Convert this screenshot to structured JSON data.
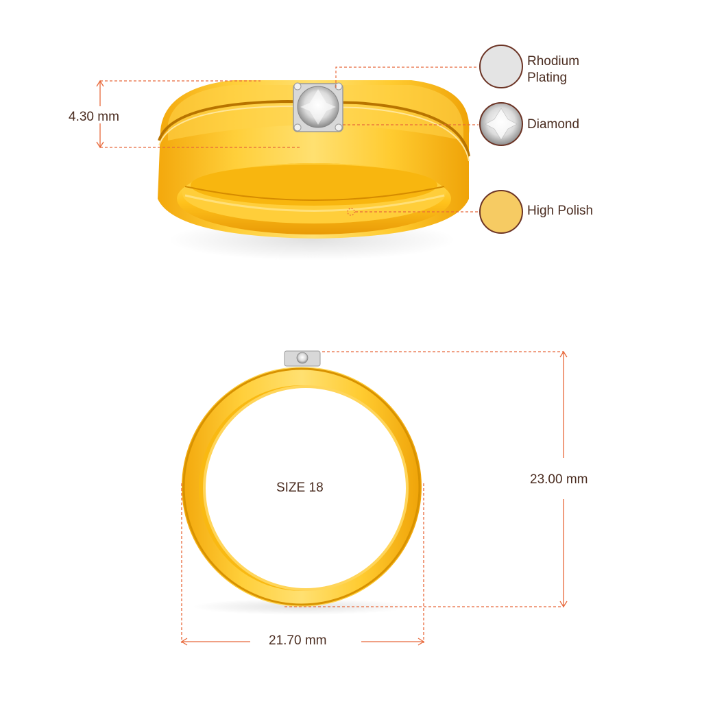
{
  "dimensions": {
    "band_height": "4.30 mm",
    "ring_height": "23.00 mm",
    "ring_width": "21.70 mm",
    "ring_size": "SIZE 18"
  },
  "materials": [
    {
      "line1": "Rhodium",
      "line2": "Plating",
      "swatch": "#e4e4e4"
    },
    {
      "line1": "Diamond",
      "line2": "",
      "swatch": "#f2f2f2"
    },
    {
      "line1": "High Polish",
      "line2": "",
      "swatch": "#f6cb63"
    }
  ],
  "colors": {
    "dimension_line": "#e8683a",
    "gold_light": "#ffd24a",
    "gold_dark": "#e69a06",
    "text": "#4a2c20"
  }
}
